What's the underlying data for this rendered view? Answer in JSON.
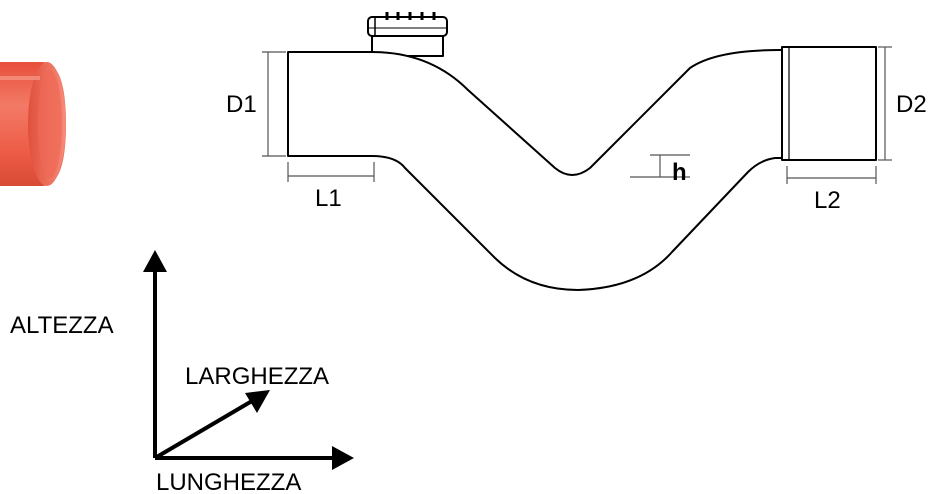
{
  "diagram": {
    "labels": {
      "d1": "D1",
      "d2": "D2",
      "l1": "L1",
      "l2": "L2",
      "h": "h"
    },
    "axes": {
      "height": "ALTEZZA",
      "width": "LARGHEZZA",
      "length": "LUNGHEZZA"
    },
    "colors": {
      "pipe_sample": "#f0604a",
      "outline": "#000000",
      "dimension_lines": "#555555"
    }
  }
}
